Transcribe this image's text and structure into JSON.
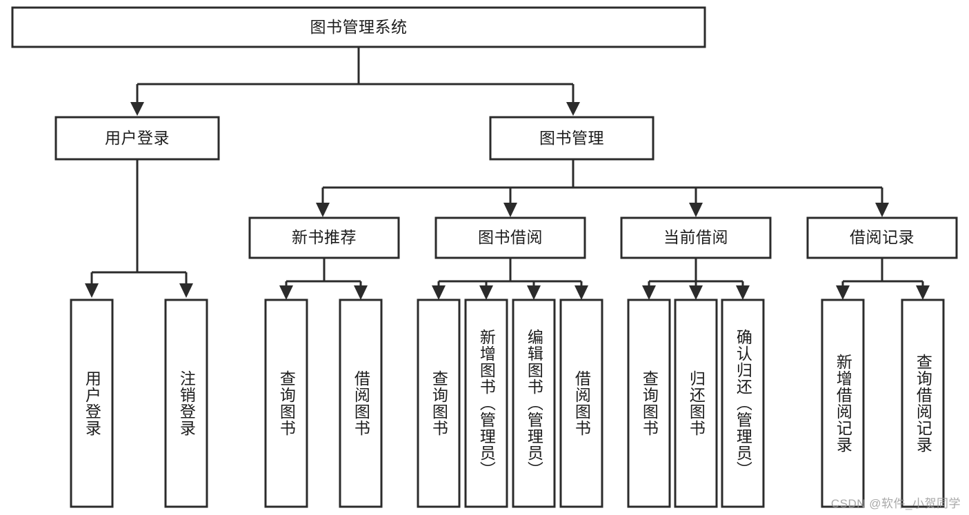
{
  "diagram": {
    "title": "图书管理系统",
    "type": "tree-hierarchy-diagram",
    "colors": {
      "background": "#ffffff",
      "box_fill": "#ffffff",
      "box_stroke": "#2b2b2b",
      "text": "#1c1c1c",
      "watermark": "#9a9a9a"
    },
    "root": {
      "label": "图书管理系统"
    },
    "level2": [
      {
        "label": "用户登录"
      },
      {
        "label": "图书管理"
      }
    ],
    "level3": [
      {
        "label": "新书推荐"
      },
      {
        "label": "图书借阅"
      },
      {
        "label": "当前借阅"
      },
      {
        "label": "借阅记录"
      }
    ],
    "leaves": {
      "user_login": [
        {
          "label": "用户登录"
        },
        {
          "label": "注销登录"
        }
      ],
      "new_book_recommend": [
        {
          "label": "查询图书"
        },
        {
          "label": "借阅图书"
        }
      ],
      "book_borrow": [
        {
          "label": "查询图书"
        },
        {
          "label": "新增图书（管理员）"
        },
        {
          "label": "编辑图书（管理员）"
        },
        {
          "label": "借阅图书"
        }
      ],
      "current_borrow": [
        {
          "label": "查询图书"
        },
        {
          "label": "归还图书"
        },
        {
          "label": "确认归还（管理员）"
        }
      ],
      "borrow_record": [
        {
          "label": "新增借阅记录"
        },
        {
          "label": "查询借阅记录"
        }
      ]
    },
    "watermark": "CSDN @软件_小贺同学"
  }
}
